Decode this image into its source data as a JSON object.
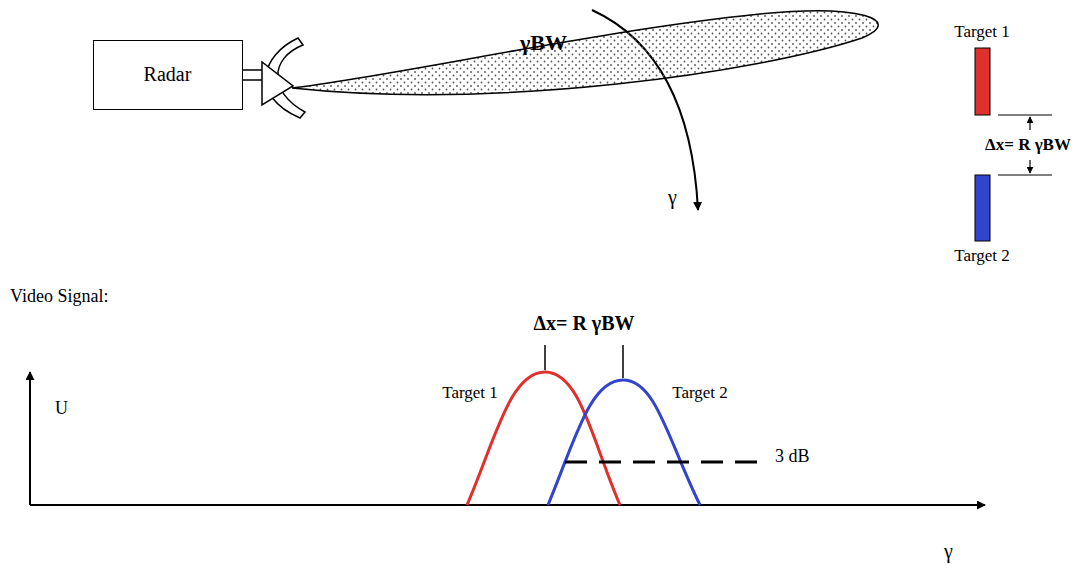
{
  "diagram": {
    "nodes": [
      {
        "text": [
          "Radar"
        ]
      },
      {
        "text": [
          "γBW"
        ]
      }
    ],
    "labels": [
      "Target 1",
      "Δx= R γBW",
      "Target 2",
      "γ",
      "Video Signal:",
      "U",
      "Δx= R γBW",
      "Target 1",
      "Target 2",
      "3 dB",
      "γ"
    ]
  }
}
